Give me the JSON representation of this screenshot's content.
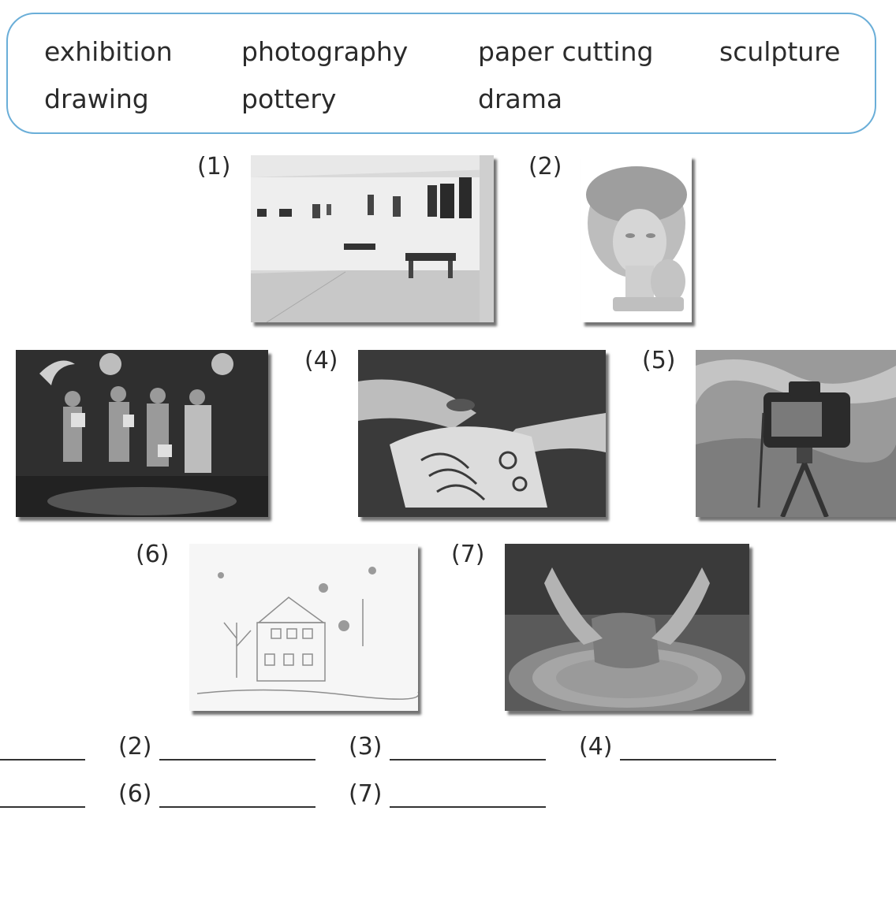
{
  "word_bank": [
    "exhibition",
    "photography",
    "paper cutting",
    "sculpture",
    "drawing",
    "pottery",
    "drama"
  ],
  "photo_labels": {
    "p1": "(1)",
    "p2": "(2)",
    "p4": "(4)",
    "p5": "(5)",
    "p6": "(6)",
    "p7": "(7)"
  },
  "answer_labels": {
    "a2": "(2)",
    "a3": "(3)",
    "a4": "(4)",
    "a6": "(6)",
    "a7": "(7)"
  },
  "photo_subjects": {
    "p1": "gallery-exhibition",
    "p2": "sculpture-head",
    "p3": "drama-stage",
    "p4": "paper-cutting",
    "p5": "camera-tripod",
    "p6": "child-drawing",
    "p7": "pottery-wheel"
  }
}
